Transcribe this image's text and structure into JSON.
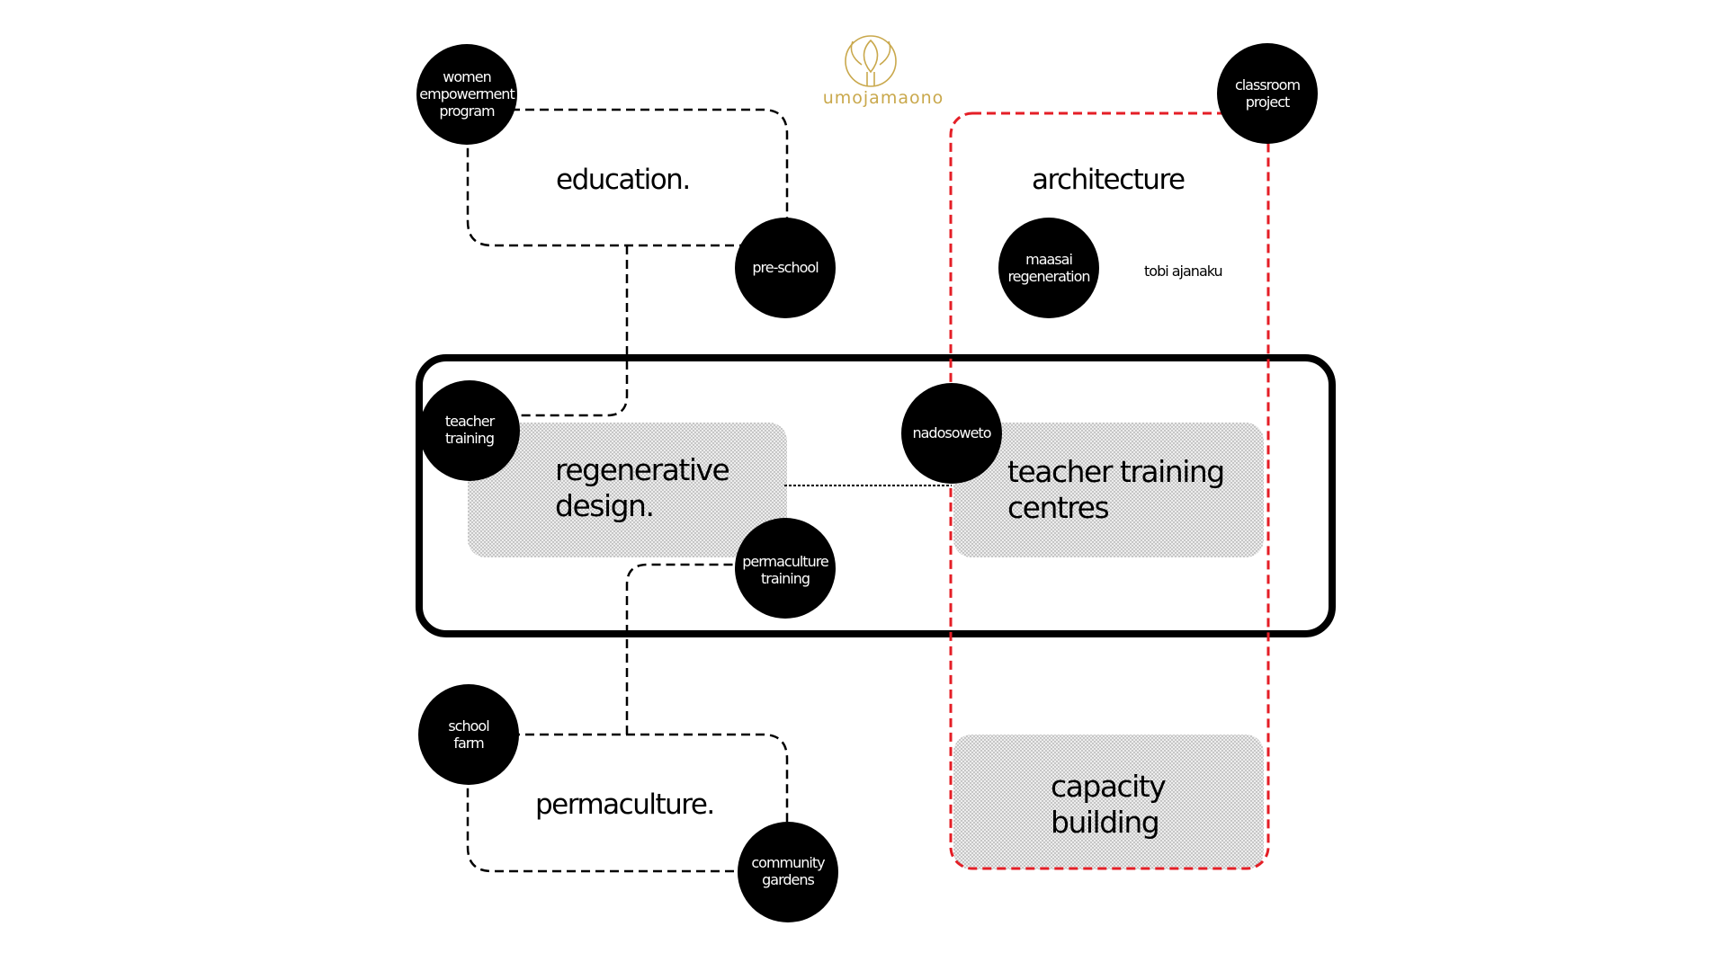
{
  "logo": {
    "name": "umojamaono",
    "icon": "tree-emblem-icon",
    "color": "#c9a84c"
  },
  "colors": {
    "node_fill": "#000000",
    "node_text": "#ffffff",
    "architecture_outline": "#e41e26",
    "connector": "#000000",
    "shaded_fill": "#e9e9e9"
  },
  "categories": {
    "education": "education.",
    "permaculture": "permaculture.",
    "architecture": "architecture",
    "regenerative_design": "regenerative\ndesign.",
    "teacher_training_centres": "teacher training\ncentres",
    "capacity_building": "capacity\nbuilding"
  },
  "nodes": {
    "women_empowerment": "women\nempowerment\nprogram",
    "pre_school": "pre-school",
    "teacher_training": "teacher\ntraining",
    "permaculture_training": "permaculture\ntraining",
    "school_farm": "school\nfarm",
    "community_gardens": "community\ngardens",
    "classroom_project": "classroom\nproject",
    "maasai_regeneration": "maasai\nregeneration",
    "nadosoweto": "nadosoweto"
  },
  "labels": {
    "tobi_ajanaku": "tobi ajanaku"
  }
}
